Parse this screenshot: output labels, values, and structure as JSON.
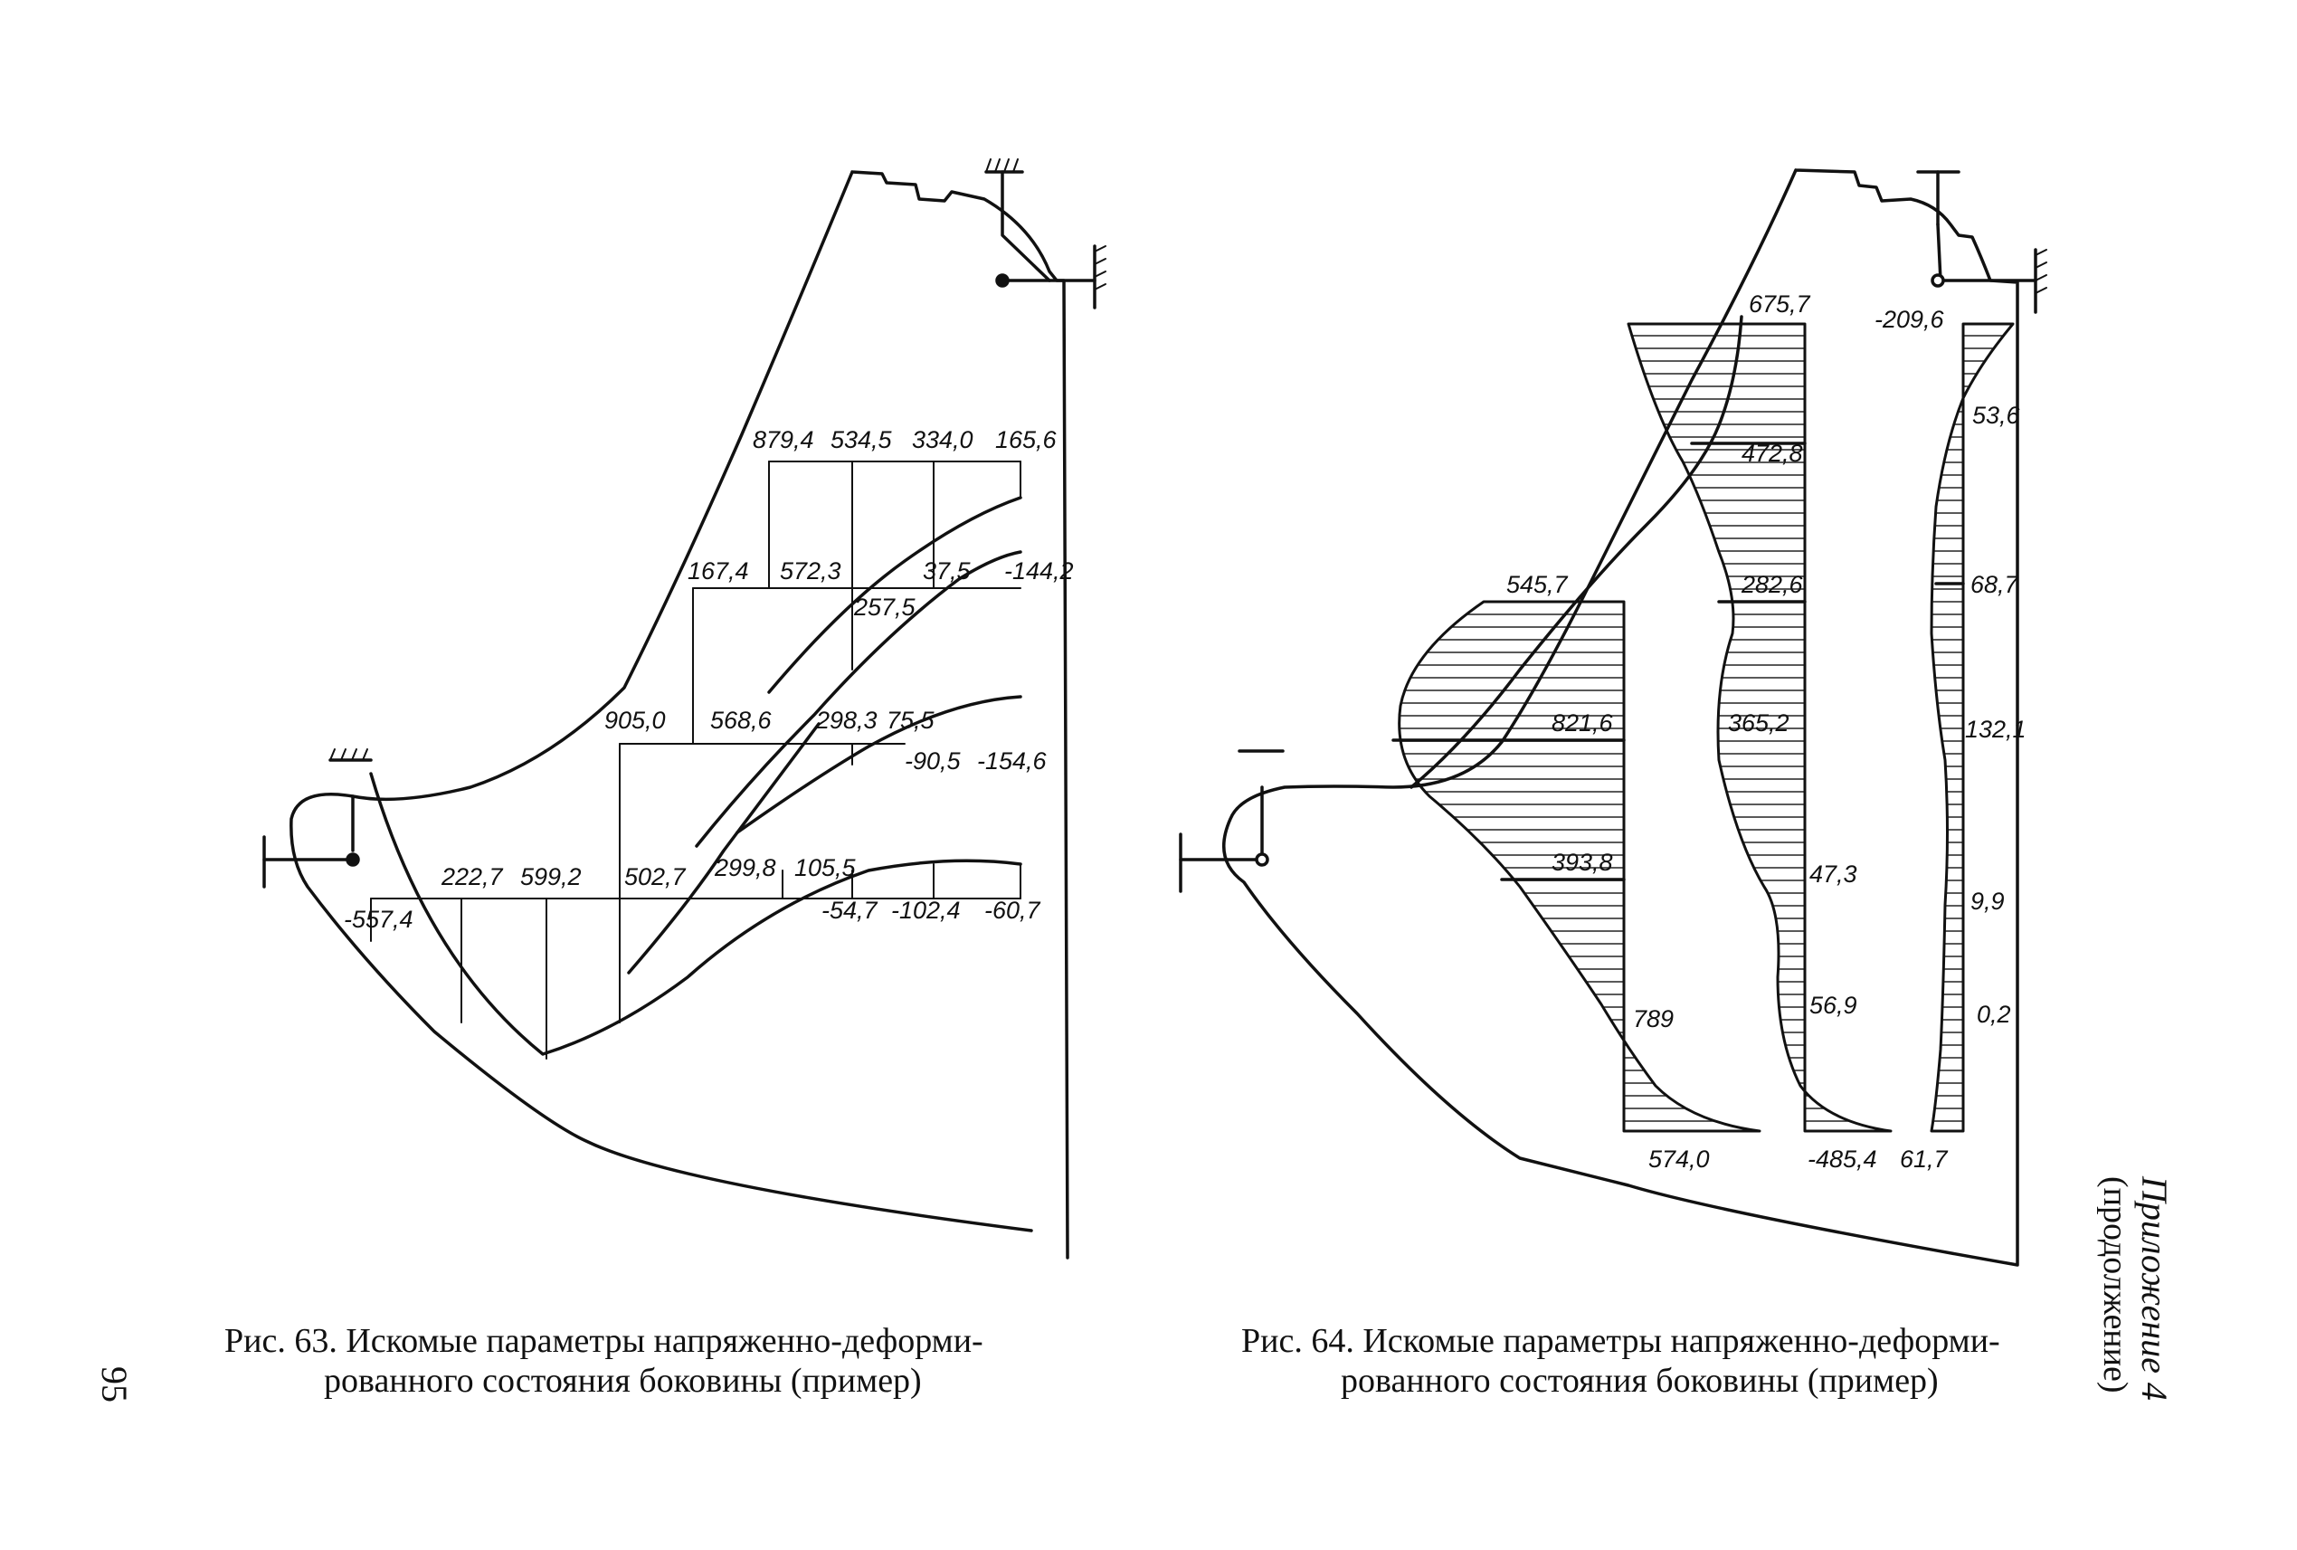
{
  "page_number": "95",
  "appendix": {
    "title": "Приложение 4",
    "subtitle": "(продолжение)"
  },
  "figure63": {
    "caption_line1": "Рис. 63. Искомые параметры напряженно-деформи-",
    "caption_line2": "рованного состояния боковины (пример)",
    "labels": {
      "top_row": [
        "879,4",
        "534,5",
        "334,0",
        "165,6"
      ],
      "row2": [
        "167,4",
        "572,3",
        "37,5",
        "-144,2",
        "257,5"
      ],
      "row3": [
        "905,0",
        "568,6",
        "298,3",
        "75,5",
        "-90,5",
        "-154,6"
      ],
      "row4": [
        "222,7",
        "599,2",
        "502,7",
        "299,8",
        "105,5"
      ],
      "row4_negative": [
        "-557,4",
        "-54,7",
        "-102,4",
        "-60,7"
      ]
    }
  },
  "figure64": {
    "caption_line1": "Рис. 64. Искомые параметры напряженно-деформи-",
    "caption_line2": "рованного состояния боковины (пример)",
    "labels": {
      "diagram_left": [
        "545,7",
        "821,6",
        "393,8",
        "789",
        "574,0"
      ],
      "diagram_middle": [
        "675,7",
        "472,8",
        "282,6",
        "365,2",
        "47,3",
        "56,9",
        "-485,4"
      ],
      "diagram_right": [
        "-209,6",
        "53,6",
        "68,7",
        "132,1",
        "9,9",
        "0,2",
        "61,7"
      ]
    }
  }
}
